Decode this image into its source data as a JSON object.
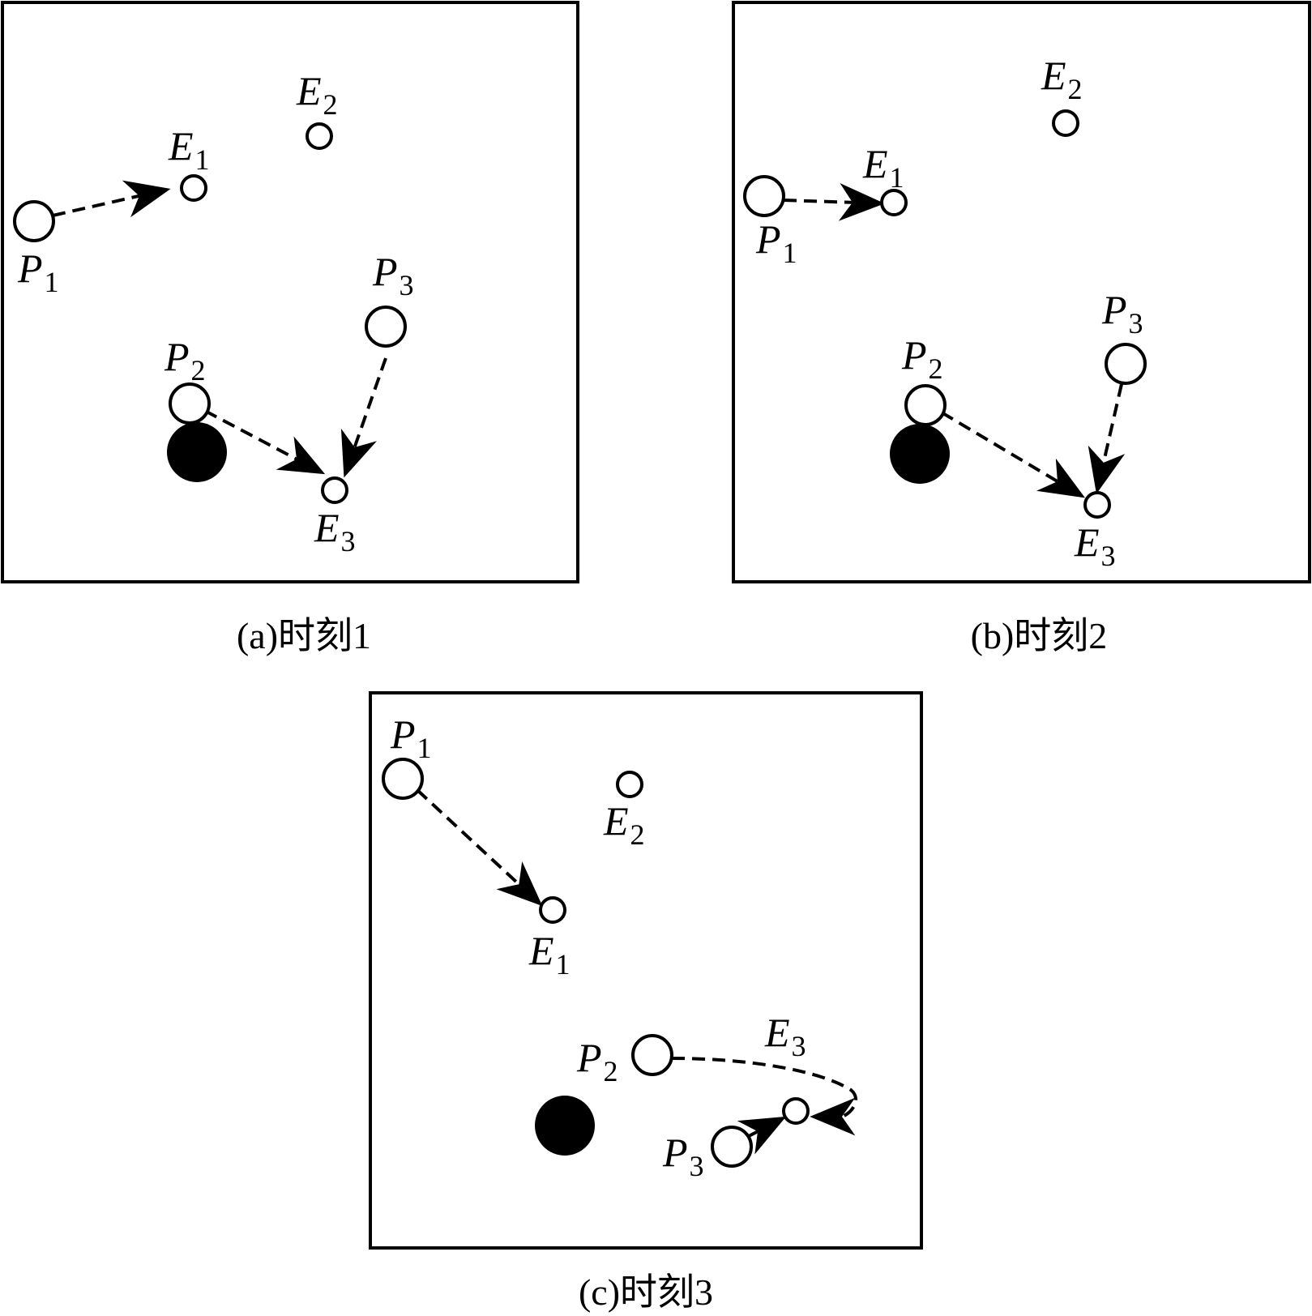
{
  "panels": [
    {
      "caption": "(a)时刻1",
      "labels": {
        "P1": {
          "letter": "P",
          "sub": "1"
        },
        "P2": {
          "letter": "P",
          "sub": "2"
        },
        "P3": {
          "letter": "P",
          "sub": "3"
        },
        "E1": {
          "letter": "E",
          "sub": "1"
        },
        "E2": {
          "letter": "E",
          "sub": "2"
        },
        "E3": {
          "letter": "E",
          "sub": "3"
        }
      }
    },
    {
      "caption": "(b)时刻2",
      "labels": {
        "P1": {
          "letter": "P",
          "sub": "1"
        },
        "P2": {
          "letter": "P",
          "sub": "2"
        },
        "P3": {
          "letter": "P",
          "sub": "3"
        },
        "E1": {
          "letter": "E",
          "sub": "1"
        },
        "E2": {
          "letter": "E",
          "sub": "2"
        },
        "E3": {
          "letter": "E",
          "sub": "3"
        }
      }
    },
    {
      "caption": "(c)时刻3",
      "labels": {
        "P1": {
          "letter": "P",
          "sub": "1"
        },
        "P2": {
          "letter": "P",
          "sub": "2"
        },
        "P3": {
          "letter": "P",
          "sub": "3"
        },
        "E1": {
          "letter": "E",
          "sub": "1"
        },
        "E2": {
          "letter": "E",
          "sub": "2"
        },
        "E3": {
          "letter": "E",
          "sub": "3"
        }
      }
    }
  ]
}
